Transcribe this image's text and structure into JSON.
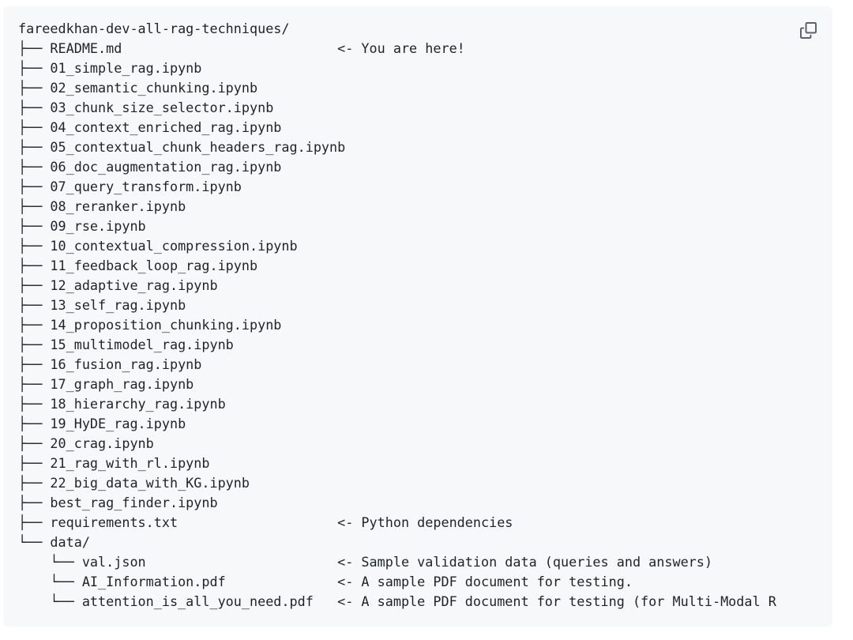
{
  "code_block": {
    "colors": {
      "page_background": "#ffffff",
      "block_background": "#f6f8fa",
      "text": "#1f2328",
      "copy_icon": "#59636e"
    },
    "icons": {
      "copy": "copy-icon"
    },
    "tree": {
      "root": "fareedkhan-dev-all-rag-techniques/",
      "annotation_column": 40,
      "lines": [
        "fareedkhan-dev-all-rag-techniques/",
        "├── README.md                           <- You are here!",
        "├── 01_simple_rag.ipynb",
        "├── 02_semantic_chunking.ipynb",
        "├── 03_chunk_size_selector.ipynb",
        "├── 04_context_enriched_rag.ipynb",
        "├── 05_contextual_chunk_headers_rag.ipynb",
        "├── 06_doc_augmentation_rag.ipynb",
        "├── 07_query_transform.ipynb",
        "├── 08_reranker.ipynb",
        "├── 09_rse.ipynb",
        "├── 10_contextual_compression.ipynb",
        "├── 11_feedback_loop_rag.ipynb",
        "├── 12_adaptive_rag.ipynb",
        "├── 13_self_rag.ipynb",
        "├── 14_proposition_chunking.ipynb",
        "├── 15_multimodel_rag.ipynb",
        "├── 16_fusion_rag.ipynb",
        "├── 17_graph_rag.ipynb",
        "├── 18_hierarchy_rag.ipynb",
        "├── 19_HyDE_rag.ipynb",
        "├── 20_crag.ipynb",
        "├── 21_rag_with_rl.ipynb",
        "├── 22_big_data_with_KG.ipynb",
        "├── best_rag_finder.ipynb",
        "├── requirements.txt                    <- Python dependencies",
        "└── data/",
        "    └── val.json                        <- Sample validation data (queries and answers)",
        "    └── AI_Information.pdf              <- A sample PDF document for testing.",
        "    └── attention_is_all_you_need.pdf   <- A sample PDF document for testing (for Multi-Modal R"
      ]
    }
  }
}
